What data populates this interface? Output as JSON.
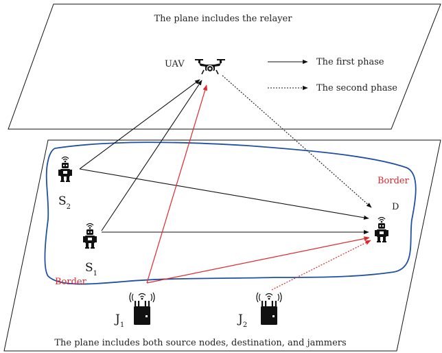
{
  "top_plane": {
    "title": "The plane includes the relayer"
  },
  "bottom_plane": {
    "title": "The plane includes both source nodes, destination, and jammers"
  },
  "legend": {
    "first_phase": "The first phase",
    "second_phase": "The second phase"
  },
  "nodes": {
    "uav": "UAV",
    "s2": {
      "main": "S",
      "sub": "2"
    },
    "s1": {
      "main": "S",
      "sub": "1"
    },
    "d": "D",
    "j1": {
      "main": "J",
      "sub": "1"
    },
    "j2": {
      "main": "J",
      "sub": "2"
    }
  },
  "border_labels": {
    "right": "Border",
    "left": "Border"
  },
  "colors": {
    "first_phase": "#111111",
    "second_phase": "#111111",
    "jammer_link": "#e0262b",
    "border": "#1f4fa3",
    "border_label": "#e0262b"
  }
}
